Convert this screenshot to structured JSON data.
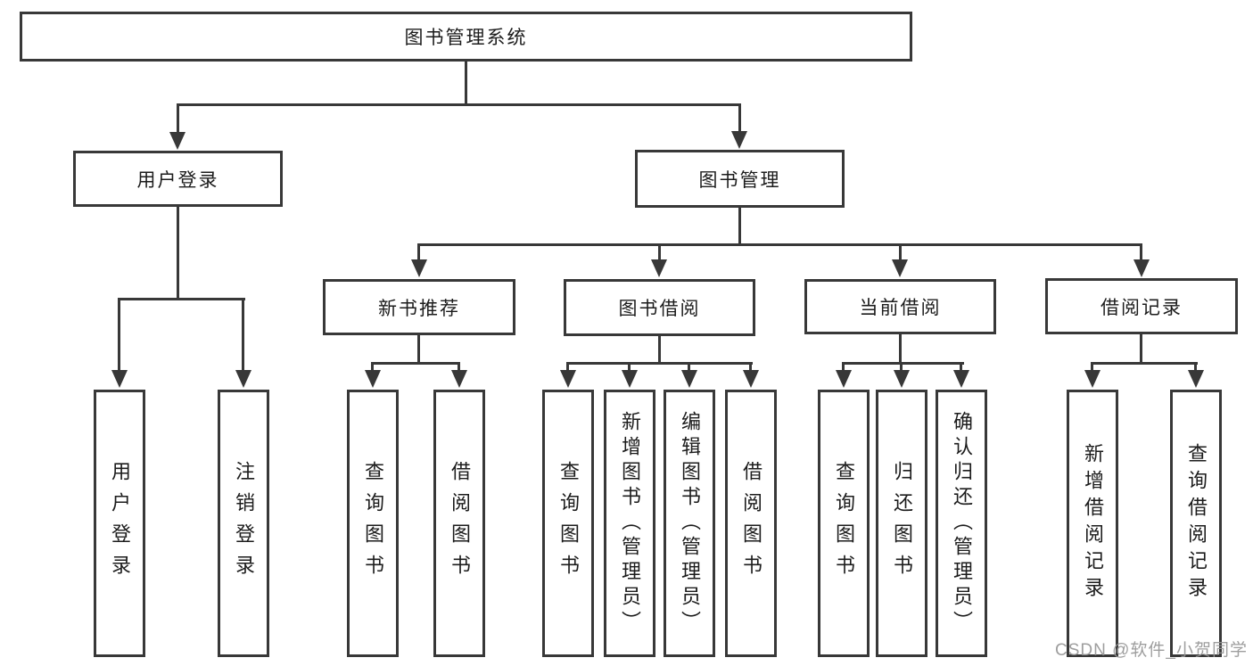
{
  "diagram": {
    "title": "图书管理系统",
    "watermark": "CSDN @软件_小贺同学",
    "colors": {
      "box_border": "#383838",
      "connector_line": "#383838",
      "text": "#1c1c1c",
      "watermark": "#969696",
      "background": "#ffffff"
    },
    "nodes": {
      "root": {
        "label": "图书管理系统"
      },
      "level2": [
        {
          "id": "user-login",
          "label": "用户登录",
          "parent": "图书管理系统"
        },
        {
          "id": "book-management",
          "label": "图书管理",
          "parent": "图书管理系统"
        }
      ],
      "level3": [
        {
          "id": "new-book-recommend",
          "label": "新书推荐",
          "parent": "图书管理"
        },
        {
          "id": "book-borrow",
          "label": "图书借阅",
          "parent": "图书管理"
        },
        {
          "id": "current-borrow",
          "label": "当前借阅",
          "parent": "图书管理"
        },
        {
          "id": "borrow-records",
          "label": "借阅记录",
          "parent": "图书管理"
        }
      ],
      "leaves": [
        {
          "id": "leaf-user-login",
          "label": "用户登录",
          "parent": "用户登录"
        },
        {
          "id": "leaf-logout",
          "label": "注销登录",
          "parent": "用户登录"
        },
        {
          "id": "leaf-query-books-recommend",
          "label": "查询图书",
          "parent": "新书推荐"
        },
        {
          "id": "leaf-borrow-books-recommend",
          "label": "借阅图书",
          "parent": "新书推荐"
        },
        {
          "id": "leaf-query-books-borrow",
          "label": "查询图书",
          "parent": "图书借阅"
        },
        {
          "id": "leaf-add-books-admin",
          "label": "新增图书（管理员）",
          "parent": "图书借阅"
        },
        {
          "id": "leaf-edit-books-admin",
          "label": "编辑图书（管理员）",
          "parent": "图书借阅"
        },
        {
          "id": "leaf-borrow-books",
          "label": "借阅图书",
          "parent": "图书借阅"
        },
        {
          "id": "leaf-query-books-current",
          "label": "查询图书",
          "parent": "当前借阅"
        },
        {
          "id": "leaf-return-books",
          "label": "归还图书",
          "parent": "当前借阅"
        },
        {
          "id": "leaf-confirm-return-admin",
          "label": "确认归还（管理员）",
          "parent": "当前借阅"
        },
        {
          "id": "leaf-add-borrow-record",
          "label": "新增借阅记录",
          "parent": "借阅记录"
        },
        {
          "id": "leaf-query-borrow-record",
          "label": "查询借阅记录",
          "parent": "借阅记录"
        }
      ]
    }
  }
}
